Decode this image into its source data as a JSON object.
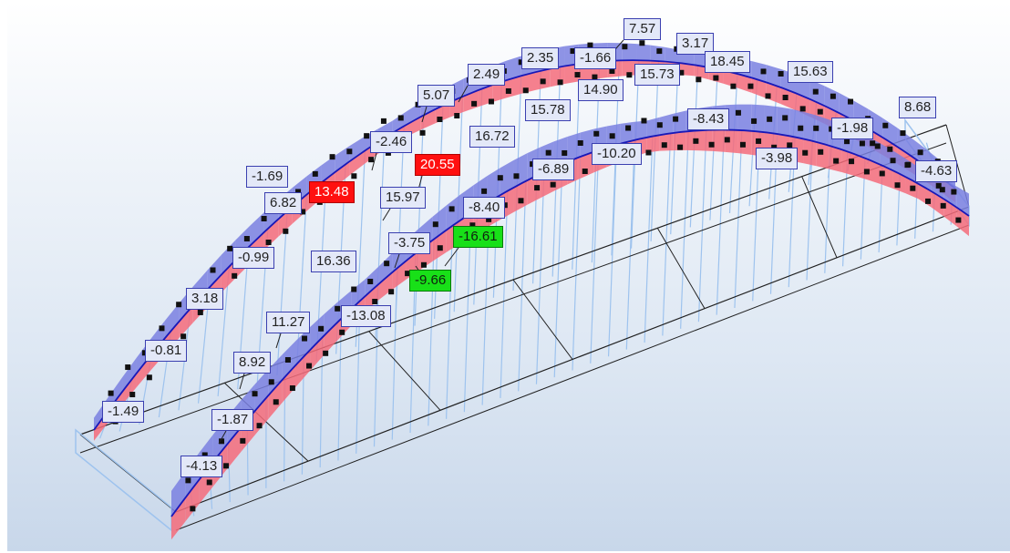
{
  "colors": {
    "positive_fill": "#f46b7a",
    "negative_fill": "#7a80e0",
    "arch_line": "#1818b8",
    "hangers": "#9ec3ee",
    "deck_lines": "#202020",
    "tag_fill": "#e3e8f8",
    "tag_border": "#3a3fb0",
    "max_highlight": "#ff1010",
    "min_highlight": "#18e018"
  },
  "result_labels": [
    {
      "id": "l01",
      "text": "7.57",
      "style": "normal"
    },
    {
      "id": "l02",
      "text": "3.17",
      "style": "pos-edge"
    },
    {
      "id": "l03",
      "text": "2.35",
      "style": "normal"
    },
    {
      "id": "l04",
      "text": "-1.66",
      "style": "normal"
    },
    {
      "id": "l05",
      "text": "18.45",
      "style": "normal"
    },
    {
      "id": "l06",
      "text": "2.49",
      "style": "pos-edge"
    },
    {
      "id": "l07",
      "text": "15.73",
      "style": "normal"
    },
    {
      "id": "l08",
      "text": "15.63",
      "style": "normal"
    },
    {
      "id": "l09",
      "text": "5.07",
      "style": "normal"
    },
    {
      "id": "l10",
      "text": "14.90",
      "style": "normal"
    },
    {
      "id": "l11",
      "text": "15.78",
      "style": "normal"
    },
    {
      "id": "l12",
      "text": "8.68",
      "style": "normal"
    },
    {
      "id": "l13",
      "text": "-8.43",
      "style": "pos-edge"
    },
    {
      "id": "l14",
      "text": "-1.98",
      "style": "normal"
    },
    {
      "id": "l15",
      "text": "-2.46",
      "style": "normal"
    },
    {
      "id": "l16",
      "text": "16.72",
      "style": "normal"
    },
    {
      "id": "l17",
      "text": "-10.20",
      "style": "pos-edge"
    },
    {
      "id": "l18",
      "text": "20.55",
      "style": "max"
    },
    {
      "id": "l19",
      "text": "-6.89",
      "style": "normal"
    },
    {
      "id": "l20",
      "text": "-3.98",
      "style": "normal"
    },
    {
      "id": "l21",
      "text": "-4.63",
      "style": "pos-edge"
    },
    {
      "id": "l22",
      "text": "-1.69",
      "style": "normal"
    },
    {
      "id": "l23",
      "text": "13.48",
      "style": "max"
    },
    {
      "id": "l24",
      "text": "15.97",
      "style": "normal"
    },
    {
      "id": "l25",
      "text": "6.82",
      "style": "normal"
    },
    {
      "id": "l26",
      "text": "-8.40",
      "style": "normal"
    },
    {
      "id": "l27",
      "text": "-3.75",
      "style": "normal"
    },
    {
      "id": "l28",
      "text": "-16.61",
      "style": "min"
    },
    {
      "id": "l29",
      "text": "-0.99",
      "style": "normal"
    },
    {
      "id": "l30",
      "text": "16.36",
      "style": "normal"
    },
    {
      "id": "l31",
      "text": "-9.66",
      "style": "min"
    },
    {
      "id": "l32",
      "text": "3.18",
      "style": "normal"
    },
    {
      "id": "l33",
      "text": "11.27",
      "style": "normal"
    },
    {
      "id": "l34",
      "text": "-13.08",
      "style": "pos-edge"
    },
    {
      "id": "l35",
      "text": "-0.81",
      "style": "normal"
    },
    {
      "id": "l36",
      "text": "8.92",
      "style": "normal"
    },
    {
      "id": "l37",
      "text": "-1.49",
      "style": "normal"
    },
    {
      "id": "l38",
      "text": "-1.87",
      "style": "normal"
    },
    {
      "id": "l39",
      "text": "-4.13",
      "style": "normal"
    }
  ]
}
